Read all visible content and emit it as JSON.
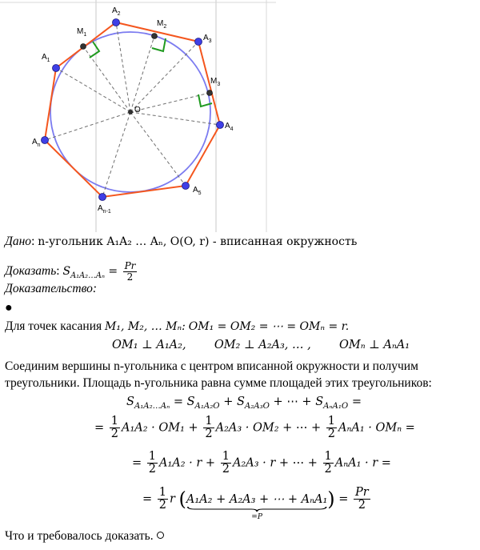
{
  "figure": {
    "labels": {
      "A1": "A",
      "A1s": "1",
      "A2": "A",
      "A2s": "2",
      "A3": "A",
      "A3s": "3",
      "A4": "A",
      "A4s": "4",
      "A5": "A",
      "A5s": "5",
      "An1": "A",
      "An1s": "n-1",
      "An": "A",
      "Ans": "n",
      "M1": "M",
      "M1s": "1",
      "M2": "M",
      "M2s": "2",
      "M3": "M",
      "M3s": "3",
      "O": "O"
    },
    "colors": {
      "polygon": "#f4561e",
      "circle": "#7b7bf0",
      "vertex": "#3f3fe6",
      "right_angle": "#1f9a1f",
      "axis": "#c8c8c8"
    }
  },
  "text": {
    "given_label": "Дано",
    "given_text": "n-угольник A₁A₂ … Aₙ, O(O, r) - вписанная окружность",
    "prove_label": "Доказать",
    "proof_label": "Доказательство",
    "tangent_intro": "Для точек касания",
    "tangent_points": "M₁, M₂, … Mₙ:",
    "radii_eq": "OM₁ = OM₂ = ⋯ = OMₙ = r.",
    "perp1": "OM₁ ⊥ A₁A₂,",
    "perp2": "OM₂ ⊥ A₂A₃, … ,",
    "perp3": "OMₙ ⊥ AₙA₁",
    "para1": "Соединим вершины n-угольника с центром вписанной окружности и получим",
    "para2": "треугольники. Площадь n-угольника равна сумме площадей этих треугольников:",
    "under_p": "=P",
    "conclusion": "Что и требовалось доказать."
  }
}
